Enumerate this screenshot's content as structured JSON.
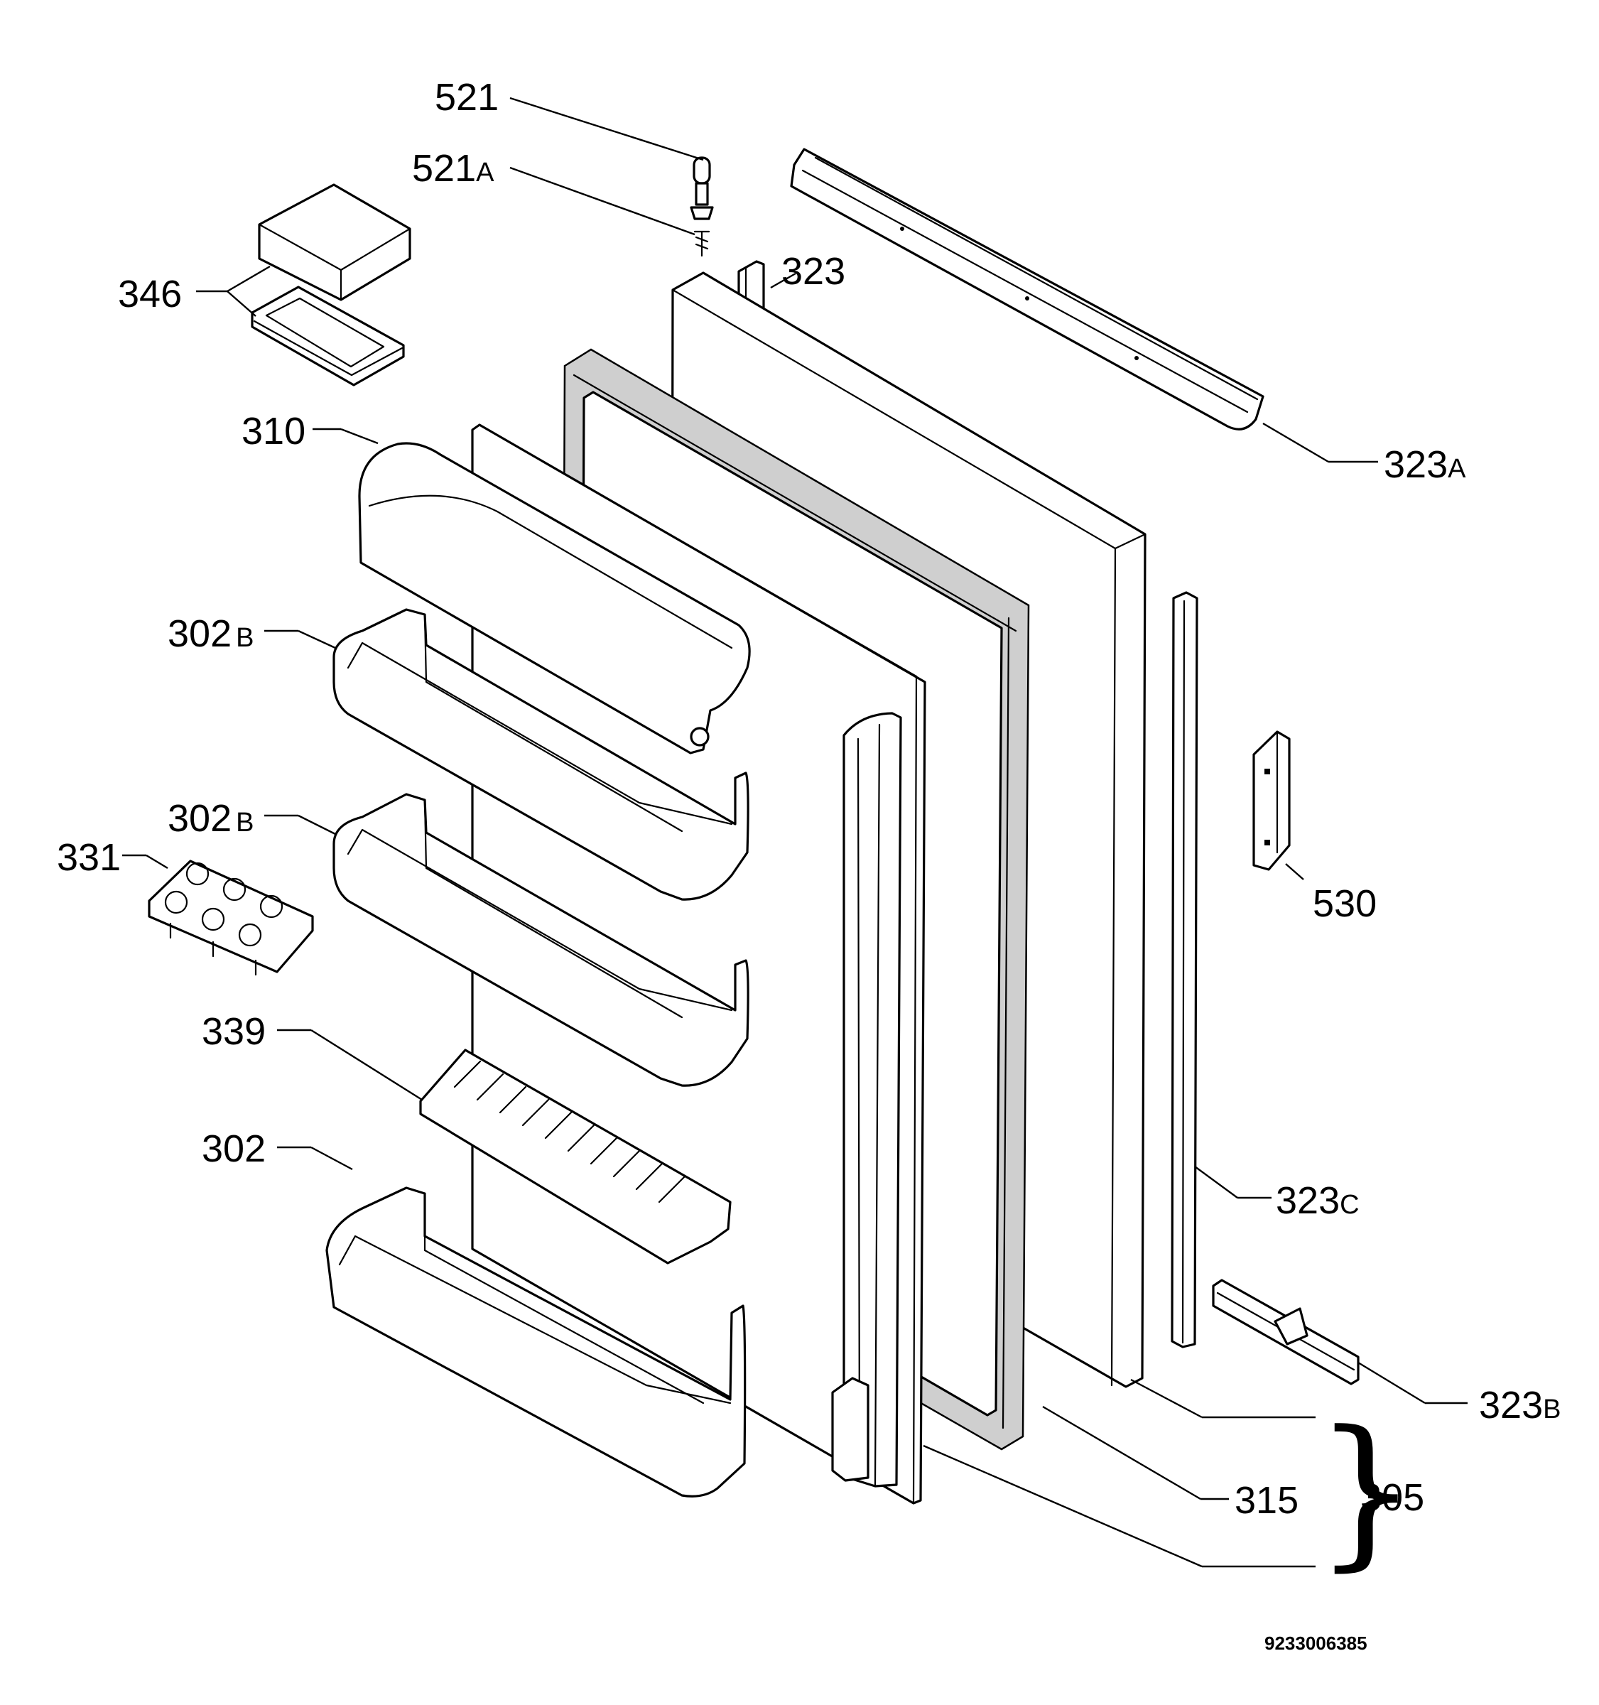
{
  "diagram": {
    "parts": [
      {
        "id": "p521",
        "label": "521"
      },
      {
        "id": "p521a",
        "label": "521",
        "suffix": "A"
      },
      {
        "id": "p346",
        "label": "346"
      },
      {
        "id": "p323",
        "label": "323"
      },
      {
        "id": "p323a",
        "label": "323",
        "suffix": "A"
      },
      {
        "id": "p310",
        "label": "310"
      },
      {
        "id": "p302b1",
        "label": "302",
        "suffix": "B"
      },
      {
        "id": "p302b2",
        "label": "302",
        "suffix": "B"
      },
      {
        "id": "p331",
        "label": "331"
      },
      {
        "id": "p530",
        "label": "530"
      },
      {
        "id": "p339",
        "label": "339"
      },
      {
        "id": "p302",
        "label": "302"
      },
      {
        "id": "p323c",
        "label": "323",
        "suffix": "C"
      },
      {
        "id": "p323b",
        "label": "323",
        "suffix": "B"
      },
      {
        "id": "p315",
        "label": "315"
      },
      {
        "id": "p305",
        "label": "305"
      }
    ],
    "reference_number": "9233006385"
  }
}
